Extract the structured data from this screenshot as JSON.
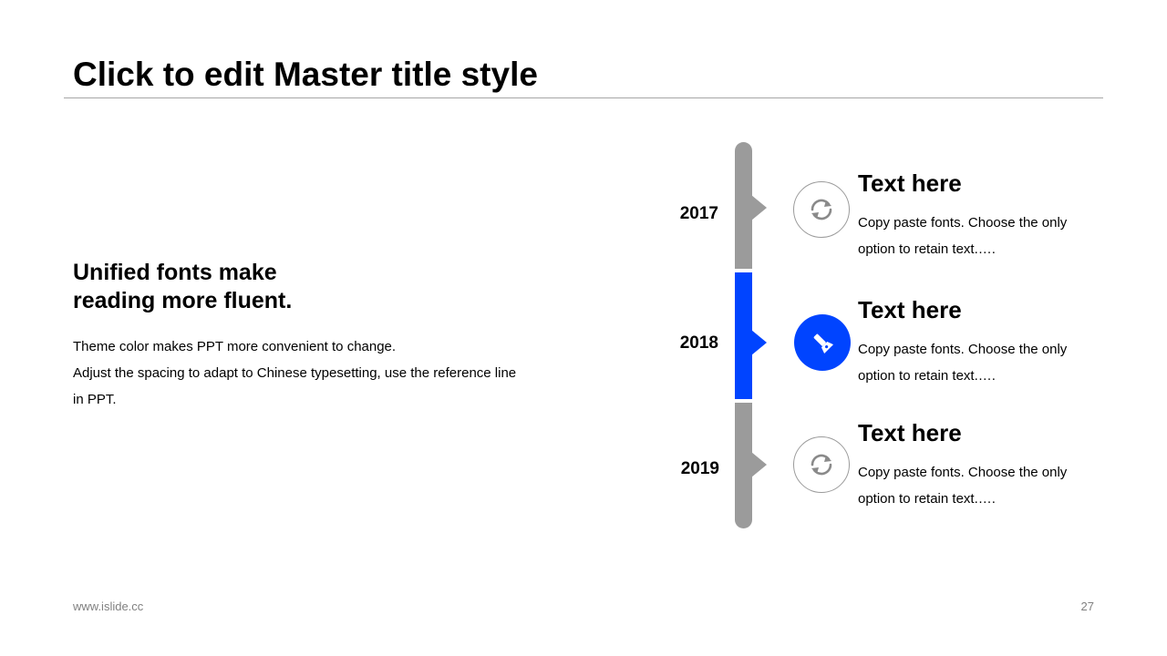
{
  "slide": {
    "title": "Click to edit Master title style",
    "heading_line1": "Unified fonts make",
    "heading_line2": "reading more fluent.",
    "body_lines": [
      "Theme color makes PPT more convenient to change.",
      "Adjust the spacing to adapt to Chinese typesetting, use the reference line",
      "in PPT."
    ]
  },
  "timeline": {
    "accent_color": "#0044ff",
    "inactive_color": "#9b9b9b",
    "items": [
      {
        "year": "2017",
        "title": "Text here",
        "desc_line1": "Copy paste fonts. Choose the only",
        "desc_line2": "option to retain text.….",
        "icon": "refresh-icon",
        "active": false
      },
      {
        "year": "2018",
        "title": "Text here",
        "desc_line1": "Copy paste fonts. Choose the only",
        "desc_line2": "option to retain text.….",
        "icon": "flashlight-icon",
        "active": true
      },
      {
        "year": "2019",
        "title": "Text here",
        "desc_line1": "Copy paste fonts. Choose the only",
        "desc_line2": "option to retain text.….",
        "icon": "refresh-icon",
        "active": false
      }
    ]
  },
  "footer": {
    "url": "www.islide.cc",
    "page_number": "27"
  }
}
